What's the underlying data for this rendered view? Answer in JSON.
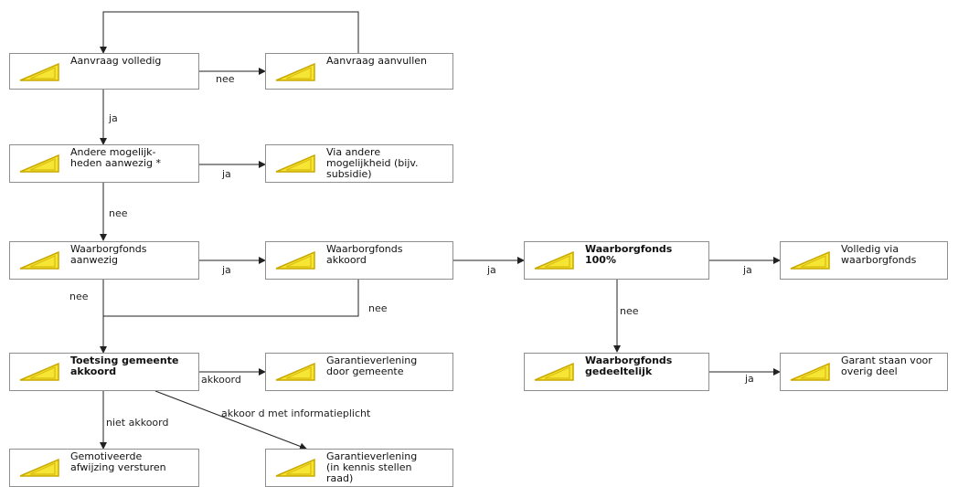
{
  "colors": {
    "icon_fill": "#f7e533",
    "icon_stroke": "#c9a800",
    "icon_inner": "#d9bd10",
    "node_border": "#8e8e8e",
    "line": "#222222"
  },
  "nodes": {
    "aanvraag_volledig": {
      "label": "Aanvraag  volledig",
      "icon": "yellow-wedge-icon"
    },
    "aanvraag_aanvullen": {
      "label": "Aanvraag  aanvullen",
      "icon": "yellow-wedge-icon"
    },
    "andere_mogelijkheden": {
      "label": "Andere mogelijk-\nheden aanwezig  *",
      "icon": "yellow-wedge-icon"
    },
    "via_andere": {
      "label": "Via andere\nmogelijkheid (bijv.\nsubsidie)",
      "icon": "yellow-wedge-icon"
    },
    "waarborgfonds_aanwezig": {
      "label": "Waarborgfonds\naanwezig",
      "icon": "yellow-wedge-icon"
    },
    "waarborgfonds_akkoord": {
      "label": "Waarborgfonds\nakkoord",
      "icon": "yellow-wedge-icon"
    },
    "waarborgfonds_100": {
      "label": "Waarborgfonds\n100%",
      "icon": "yellow-wedge-icon"
    },
    "volledig_via": {
      "label": "Volledig via\nwaarborgfonds",
      "icon": "yellow-wedge-icon"
    },
    "toetsing_gemeente": {
      "label": "Toetsing gemeente\nakkoord",
      "icon": "yellow-wedge-icon"
    },
    "garantieverlening_gemeente": {
      "label": "Garantieverlening\ndoor gemeente",
      "icon": "yellow-wedge-icon"
    },
    "waarborgfonds_gedeeltelijk": {
      "label": "Waarborgfonds\ngedeeltelijk",
      "icon": "yellow-wedge-icon"
    },
    "garant_staan": {
      "label": "Garant  staan voor\noverig deel",
      "icon": "yellow-wedge-icon"
    },
    "gemotiveerde_afwijzing": {
      "label": "Gemotiveerde\nafwijzing versturen",
      "icon": "yellow-wedge-icon"
    },
    "garantieverlening_kennis": {
      "label": "Garantieverlening\n(in kennis stellen\nraad)",
      "icon": "yellow-wedge-icon"
    }
  },
  "edges": {
    "nee_aanvullen": "nee",
    "ja_volledig_andere": "ja",
    "ja_andere_via": "ja",
    "nee_andere_waarborg": "nee",
    "ja_aanwezig_akkoord": "ja",
    "ja_akkoord_100": "ja",
    "ja_100_volledig": "ja",
    "nee_aanwezig": "nee",
    "nee_akkoord": "nee",
    "nee_100_gedeeltelijk": "nee",
    "akkoord_toetsing": "akkoord",
    "ja_gedeeltelijk_garant": "ja",
    "niet_akkoord": "niet akkoord",
    "akkoord_informatieplicht": "akkoor d met informatieplicht"
  }
}
